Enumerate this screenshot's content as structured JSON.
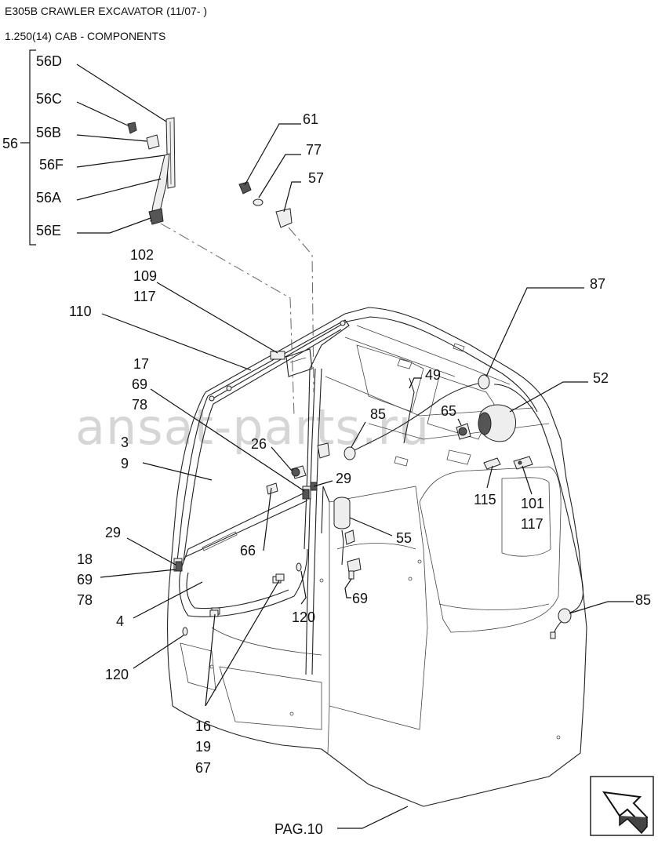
{
  "header": {
    "title": "E305B CRAWLER EXCAVATOR (11/07- )",
    "section": "1.250(14) CAB - COMPONENTS",
    "page_ref": "PAG.10"
  },
  "watermark": "ansat-parts.ru",
  "callouts": {
    "c56D": "56D",
    "c56C": "56C",
    "c56B": "56B",
    "c56": "56",
    "c56F": "56F",
    "c56A": "56A",
    "c56E": "56E",
    "c61": "61",
    "c77": "77",
    "c57": "57",
    "c102": "102",
    "c109": "109",
    "c117a": "117",
    "c110": "110",
    "c87": "87",
    "c17": "17",
    "c69a": "69",
    "c78a": "78",
    "c49": "49",
    "c52": "52",
    "c85a": "85",
    "c65": "65",
    "c3": "3",
    "c9": "9",
    "c26": "26",
    "c29a": "29",
    "c115": "115",
    "c101": "101",
    "c117b": "117",
    "c66": "66",
    "c55": "55",
    "c29b": "29",
    "c18": "18",
    "c69b": "69",
    "c78b": "78",
    "c69c": "69",
    "c120a": "120",
    "c85b": "85",
    "c4": "4",
    "c120b": "120",
    "c16": "16",
    "c19": "19",
    "c67": "67"
  }
}
